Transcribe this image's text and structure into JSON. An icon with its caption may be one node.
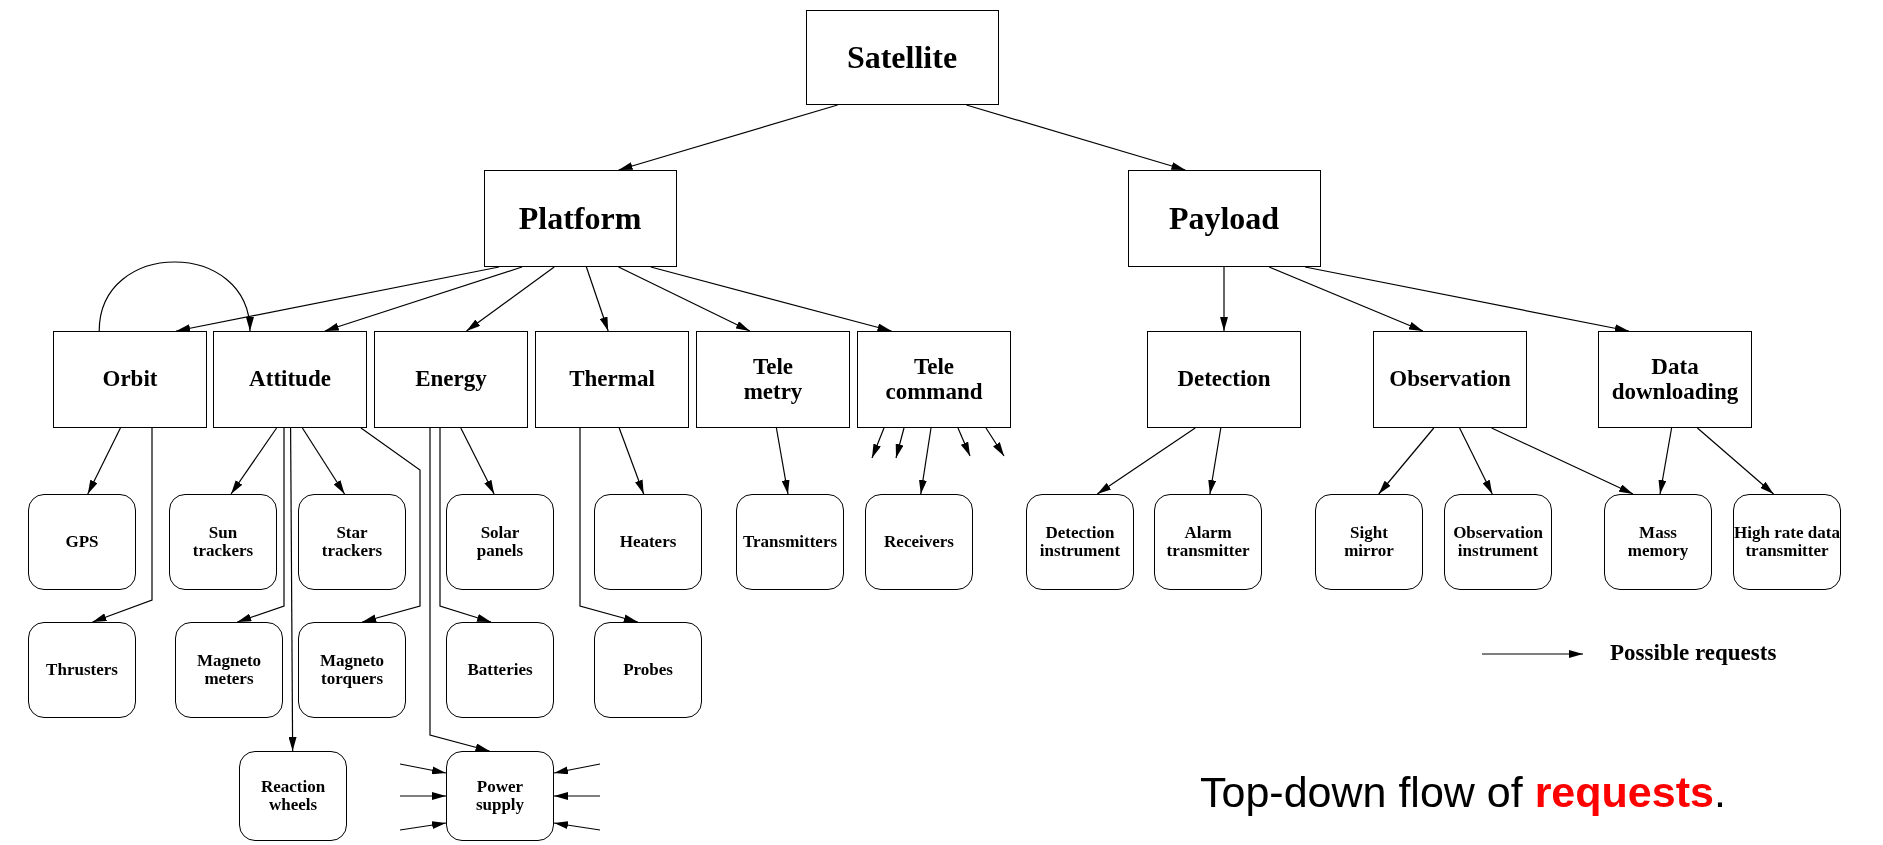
{
  "diagram": {
    "caption": "Top-down flow of **requests**.",
    "nodes": [
      {
        "text": [
          "Satellite"
        ]
      },
      {
        "text": [
          "Platform"
        ]
      },
      {
        "text": [
          "Payload"
        ]
      },
      {
        "text": [
          "Orbit"
        ]
      },
      {
        "text": [
          "Attitude"
        ]
      },
      {
        "text": [
          "Energy"
        ]
      },
      {
        "text": [
          "Thermal"
        ]
      },
      {
        "text": [
          "Tele metry"
        ]
      },
      {
        "text": [
          "Tele command"
        ]
      },
      {
        "text": [
          "Detection"
        ]
      },
      {
        "text": [
          "Observation"
        ]
      },
      {
        "text": [
          "Data downloading"
        ]
      },
      {
        "text": [
          "GPS"
        ]
      },
      {
        "text": [
          "Sun trackers"
        ]
      },
      {
        "text": [
          "Star trackers"
        ]
      },
      {
        "text": [
          "Solar panels"
        ]
      },
      {
        "text": [
          "Heaters"
        ]
      },
      {
        "text": [
          "Transmitters"
        ]
      },
      {
        "text": [
          "Receivers"
        ]
      },
      {
        "text": [
          "Detection instrument"
        ]
      },
      {
        "text": [
          "Alarm transmitter"
        ]
      },
      {
        "text": [
          "Sight mirror"
        ]
      },
      {
        "text": [
          "Observation instrument"
        ]
      },
      {
        "text": [
          "Mass memory"
        ]
      },
      {
        "text": [
          "High rate data transmitter"
        ]
      },
      {
        "text": [
          "Thrusters"
        ]
      },
      {
        "text": [
          "Magneto meters"
        ]
      },
      {
        "text": [
          "Magneto torquers"
        ]
      },
      {
        "text": [
          "Batteries"
        ]
      },
      {
        "text": [
          "Probes"
        ]
      },
      {
        "text": [
          "Reaction wheels"
        ]
      },
      {
        "text": [
          "Power supply"
        ]
      }
    ],
    "edges": [
      {
        "from": 0,
        "to": 1,
        "arrow": "to"
      },
      {
        "from": 0,
        "to": 2,
        "arrow": "to"
      },
      {
        "from": 1,
        "to": 3,
        "arrow": "to"
      },
      {
        "from": 1,
        "to": 4,
        "arrow": "to"
      },
      {
        "from": 1,
        "to": 5,
        "arrow": "to"
      },
      {
        "from": 1,
        "to": 6,
        "arrow": "to"
      },
      {
        "from": 1,
        "to": 7,
        "arrow": "to"
      },
      {
        "from": 1,
        "to": 8,
        "arrow": "to"
      },
      {
        "from": 3,
        "to": 4,
        "arrow": "to"
      },
      {
        "from": 2,
        "to": 9,
        "arrow": "to"
      },
      {
        "from": 2,
        "to": 10,
        "arrow": "to"
      },
      {
        "from": 2,
        "to": 11,
        "arrow": "to"
      },
      {
        "from": 3,
        "to": 12,
        "arrow": "to"
      },
      {
        "from": 3,
        "to": 25,
        "arrow": "to"
      },
      {
        "from": 4,
        "to": 13,
        "arrow": "to"
      },
      {
        "from": 4,
        "to": 26,
        "arrow": "to"
      },
      {
        "from": 4,
        "to": 30,
        "arrow": "to"
      },
      {
        "from": 4,
        "to": 14,
        "arrow": "to"
      },
      {
        "from": 4,
        "to": 27,
        "arrow": "to"
      },
      {
        "from": 5,
        "to": 15,
        "arrow": "to"
      },
      {
        "from": 5,
        "to": 28,
        "arrow": "to"
      },
      {
        "from": 5,
        "to": 31,
        "arrow": "to"
      },
      {
        "from": 6,
        "to": 16,
        "arrow": "to"
      },
      {
        "from": 6,
        "to": 29,
        "arrow": "to"
      },
      {
        "from": 7,
        "to": 17,
        "arrow": "to"
      },
      {
        "from": 8,
        "to": null,
        "arrow": "to"
      },
      {
        "from": 8,
        "to": null,
        "arrow": "to"
      },
      {
        "from": 8,
        "to": 18,
        "arrow": "to"
      },
      {
        "from": 8,
        "to": null,
        "arrow": "to"
      },
      {
        "from": 8,
        "to": null,
        "arrow": "to"
      },
      {
        "from": 9,
        "to": 19,
        "arrow": "to"
      },
      {
        "from": 9,
        "to": 20,
        "arrow": "to"
      },
      {
        "from": 10,
        "to": 21,
        "arrow": "to"
      },
      {
        "from": 10,
        "to": 22,
        "arrow": "to"
      },
      {
        "from": 10,
        "to": 23,
        "arrow": "to"
      },
      {
        "from": 11,
        "to": 23,
        "arrow": "to"
      },
      {
        "from": 11,
        "to": 24,
        "arrow": "to"
      },
      {
        "from": null,
        "to": 31,
        "arrow": "to"
      },
      {
        "from": null,
        "to": 31,
        "arrow": "to"
      },
      {
        "from": null,
        "to": 31,
        "arrow": "to"
      },
      {
        "from": null,
        "to": 31,
        "arrow": "to"
      },
      {
        "from": null,
        "to": 31,
        "arrow": "to"
      },
      {
        "from": null,
        "to": 31,
        "arrow": "to"
      }
    ],
    "legend": [
      {
        "text": "Possible requests"
      }
    ]
  }
}
